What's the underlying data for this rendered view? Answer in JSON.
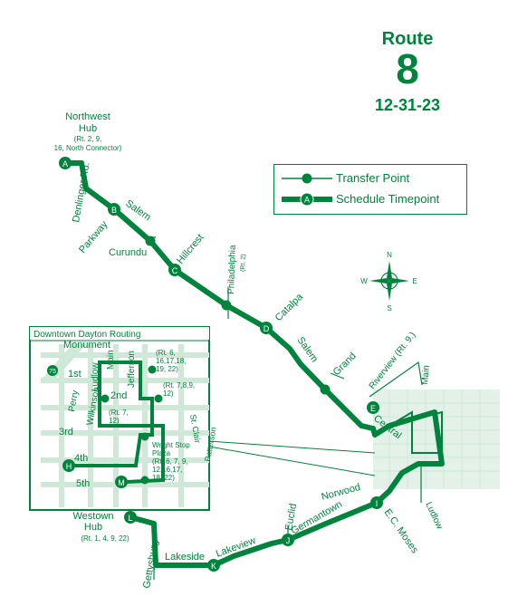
{
  "title": {
    "label": "Route",
    "number": "8",
    "date": "12-31-23"
  },
  "colors": {
    "route": "#00843d",
    "grid": "#cfe8d8",
    "downtown": "#e3f1e8",
    "inset_bg": "#ffffff"
  },
  "legend": {
    "transfer": "Transfer Point",
    "timepoint": "Schedule Timepoint",
    "timepoint_letter": "A"
  },
  "compass": {
    "n": "N",
    "s": "S",
    "e": "E",
    "w": "W"
  },
  "timepoints": [
    {
      "id": "A",
      "name": "Northwest Hub",
      "note": "(Rt. 2, 9, 16, North Connector)"
    },
    {
      "id": "B",
      "name": "Salem & Parkway"
    },
    {
      "id": "C",
      "name": "Hillcrest"
    },
    {
      "id": "D",
      "name": "Catalpa"
    },
    {
      "id": "E",
      "name": "Riverview & Central"
    },
    {
      "id": "I",
      "name": "E.C. Moses"
    },
    {
      "id": "J",
      "name": "Euclid & Germantown"
    },
    {
      "id": "K",
      "name": "Lakeview & Lakeside"
    },
    {
      "id": "L",
      "name": "Westown Hub",
      "note": "(Rt. 1, 4, 9, 22)"
    },
    {
      "id": "H",
      "name": "4th & Wilkinson"
    },
    {
      "id": "M",
      "name": "5th"
    }
  ],
  "labels": {
    "northwest_hub_1": "Northwest",
    "northwest_hub_2": "Hub",
    "northwest_note_1": "(Rt. 2, 9,",
    "northwest_note_2": "16, North Connector)",
    "denlinger": "Denlinger Rd.",
    "salem_1": "Salem",
    "parkway": "Parkway",
    "curundu": "Curundu",
    "hillcrest": "Hillcrest",
    "philadelphia": "Philadelphia",
    "philadelphia_note": "(Rt. 2)",
    "catalpa": "Catalpa",
    "salem_2": "Salem",
    "grand": "Grand",
    "riverview": "Riverview (Rt. 9.)",
    "main": "Main",
    "central": "Central",
    "norwood": "Norwood",
    "ec_moses": "E.C. Moses",
    "ludlow": "Ludlow",
    "germantown": "Germantown",
    "euclid": "Euclid",
    "lakeview": "Lakeview",
    "lakeside": "Lakeside",
    "gettysburg": "Gettysburg",
    "westown_1": "Westown",
    "westown_2": "Hub",
    "westown_note": "(Rt. 1, 4, 9, 22)"
  },
  "inset": {
    "title": "Downtown Dayton Routing",
    "monument": "Monument",
    "first": "1st",
    "second": "2nd",
    "third": "3rd",
    "fourth": "4th",
    "fifth": "5th",
    "perry": "Perry",
    "wilkinson": "Wilkinson",
    "main_ludlow": "Main",
    "main_ludlow_2": "Ludlow",
    "jefferson": "Jefferson",
    "st_clair": "St. Clair",
    "patterson": "Patterson",
    "route75": "75",
    "t1_1": "(Rt. 6,",
    "t1_2": "16,17,18,",
    "t1_3": "19, 22)",
    "t2_1": "(Rt. 7,8,9,",
    "t2_2": "12)",
    "t3_1": "(Rt. 7,",
    "t3_2": "12)",
    "wright_1": "Wright Stop",
    "wright_2": "Plaza",
    "wright_3": "(Rt. 6, 7, 9,",
    "wright_4": "12,16,17,",
    "wright_5": "18, 22)"
  }
}
